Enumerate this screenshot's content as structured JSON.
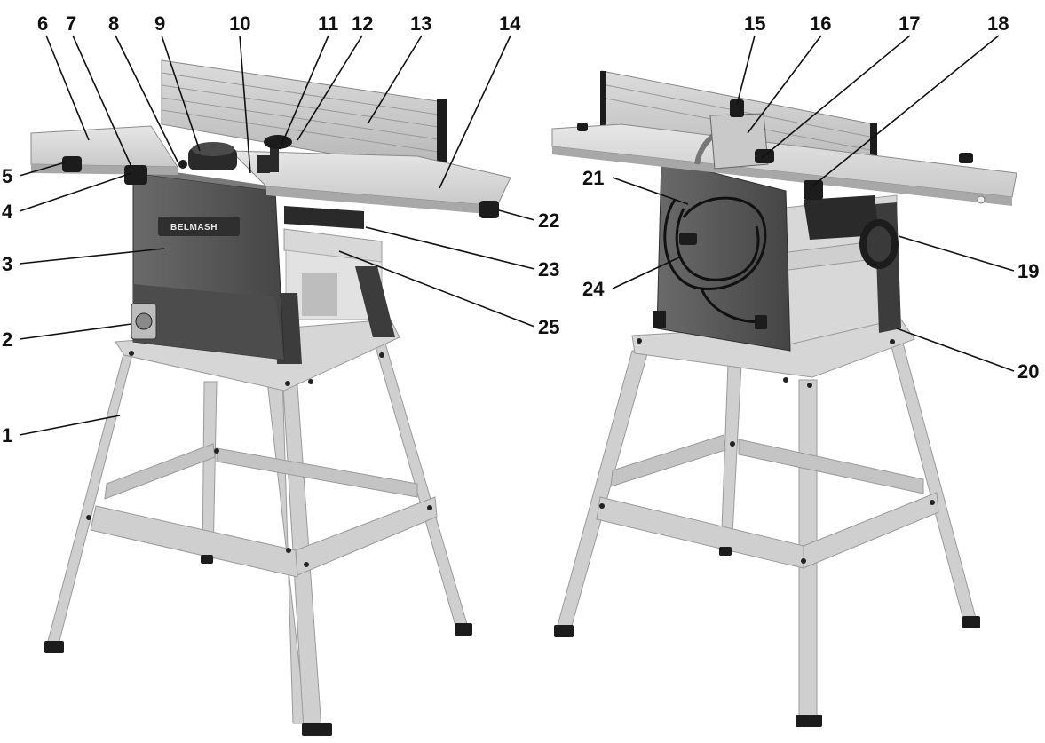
{
  "colors": {
    "table": "#d9d9d9",
    "table_edge": "#8a8a8a",
    "stand": "#cfcfcf",
    "stand_shade": "#b3b3b3",
    "body": "#5a5a5a",
    "body_dark": "#3c3c3c",
    "fence": "#c8c8c8",
    "black": "#1c1c1c",
    "leader": "#111111"
  },
  "brand_label": "BELMASH",
  "callouts": [
    "1",
    "2",
    "3",
    "4",
    "5",
    "6",
    "7",
    "8",
    "9",
    "10",
    "11",
    "12",
    "13",
    "14",
    "15",
    "16",
    "17",
    "18",
    "19",
    "20",
    "21",
    "22",
    "23",
    "24",
    "25"
  ]
}
